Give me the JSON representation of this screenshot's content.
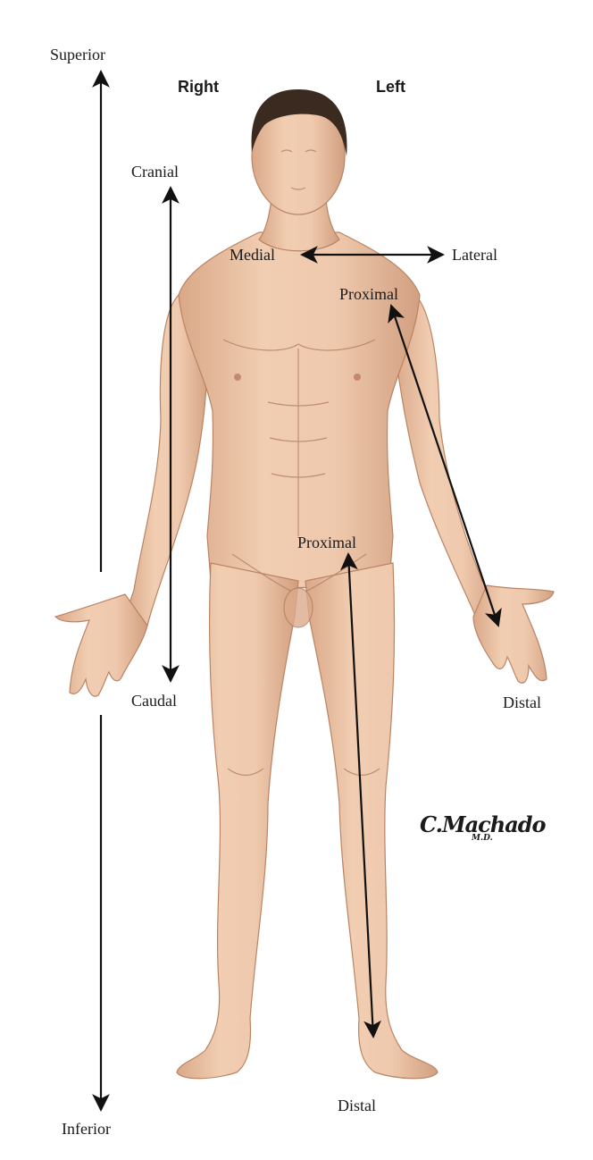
{
  "labels": {
    "superior": "Superior",
    "inferior": "Inferior",
    "right": "Right",
    "left": "Left",
    "cranial": "Cranial",
    "caudal": "Caudal",
    "medial": "Medial",
    "lateral": "Lateral",
    "proximal_arm": "Proximal",
    "distal_arm": "Distal",
    "proximal_leg": "Proximal",
    "distal_leg": "Distal"
  },
  "signature": {
    "main": "C.Machado",
    "sub": "M.D."
  },
  "colors": {
    "skin": "#ecc4a6",
    "skin_shadow": "#cf9c7c",
    "hair": "#3b2a20",
    "arrow": "#111111"
  }
}
